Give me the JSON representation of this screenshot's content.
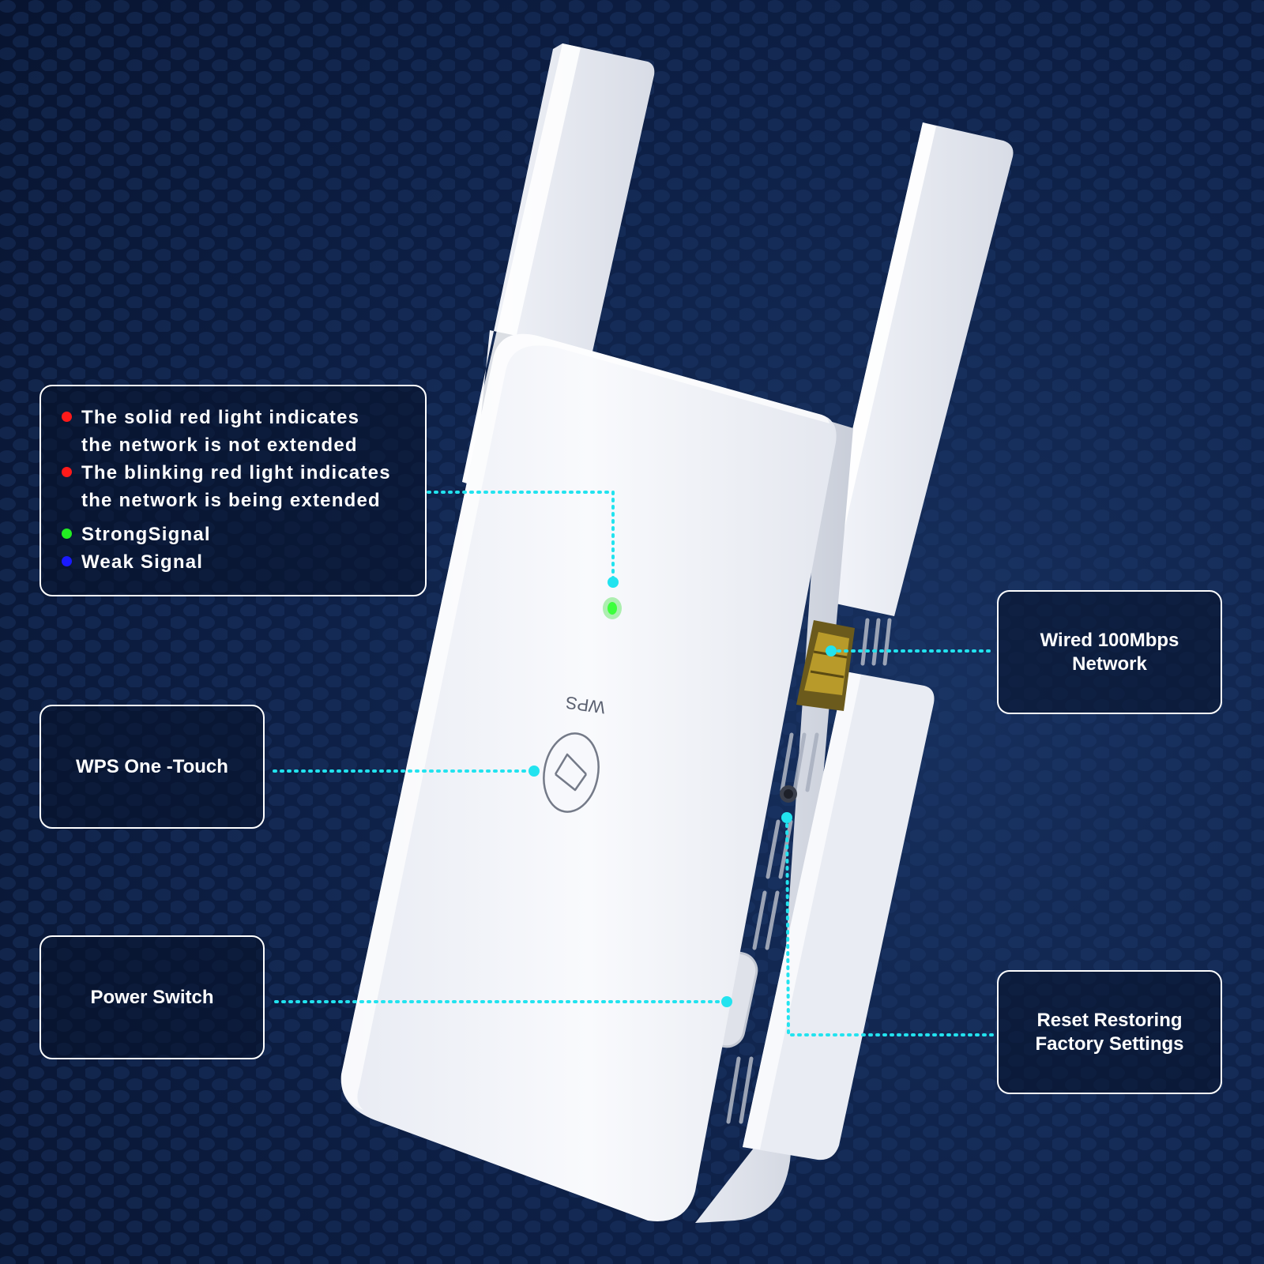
{
  "colors": {
    "background": "#0b1a3a",
    "leader_line": "#22e3ef",
    "device_body": "#f3f5fa",
    "status_green": "#22dd22"
  },
  "legend": {
    "items": [
      {
        "color": "#ff1a1a",
        "text": "The solid red light indicates\nthe network is not extended"
      },
      {
        "color": "#ff1a1a",
        "text": "The blinking red light indicates\nthe network is being extended"
      },
      {
        "color": "#22ee22",
        "text": "StrongSignal"
      },
      {
        "color": "#1a1aff",
        "text": "Weak Signal"
      }
    ]
  },
  "device": {
    "wps_label": "WPS"
  },
  "callouts": {
    "wps": "WPS One -Touch",
    "power": "Power Switch",
    "wired_line1": "Wired 100Mbps",
    "wired_line2": "Network",
    "reset_line1": "Reset Restoring",
    "reset_line2": "Factory Settings"
  }
}
